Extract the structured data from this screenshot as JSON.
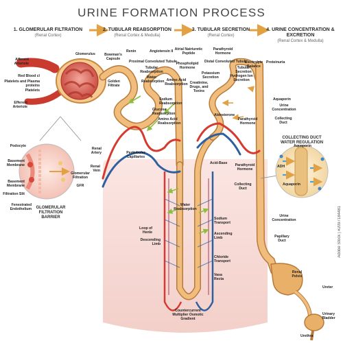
{
  "title": "URINE FORMATION PROCESS",
  "steps": [
    {
      "title": "1. GLOMERULAR FILTRATION",
      "sub": "(Renal Cortex)"
    },
    {
      "title": "2. TUBULAR REABSORPTION",
      "sub": "(Renal Cortex & Medulla)"
    },
    {
      "title": "3. TUBULAR SECRETION",
      "sub": "(Renal Cortex)"
    },
    {
      "title": "4. URINE CONCENTRATION & EXCRETION",
      "sub": "(Renal Cortex & Medulla)"
    }
  ],
  "labels": {
    "afferent": "Afferent Arteriole",
    "glomerulus": "Glomerulus",
    "bowman": "Bowman's Capsule",
    "rbc": "Red Blood cl",
    "platelets_plasma": "Platelets and Plasma proteins",
    "platelets": "Platelets",
    "efferent": "Efferent Arteriole",
    "renin": "Renin",
    "angiotensin": "Angiotensin II",
    "anp": "Atrial Natriuretic Peptide",
    "pth_top": "Parathyroid Hormone",
    "electrolyte": "Electrolyte Balance",
    "proteinuria": "Proteinuria",
    "pct": "Proximal Convoluted Tubule",
    "golden": "Golden Filtrate",
    "tubular_reabs": "Tubular Reabsorption",
    "water_reabs": "Water Reabsorption",
    "amino": "Amino Acid Reabsorption",
    "phospholipid": "Phospholipid Hormone",
    "dct": "Distal Convoluted Tubule",
    "tubular_sec": "Tubular Secretion",
    "potassium": "Potassium Secretion",
    "hydrogen": "Hydrogen Ion Secretion",
    "creatinine": "Creatinine, Drugs, and Toxins",
    "sodium_reabs": "Sodium Reabsorption",
    "glucose": "Glucose Reabsorption",
    "amino_reabs": "Amino Acid Reabsorption",
    "aldosterone": "Aldosterone",
    "pth_mid": "Parathyroid Hormone",
    "aquaporin": "Aquaporin",
    "urine_conc": "Urine Concentration",
    "collecting": "Collecting Duct",
    "podocyte": "Podocyte",
    "basement1": "Basement Membrane",
    "basement2": "Basement Membrane",
    "filtration_slit": "Filtration Slit",
    "fenestrated": "Fenestrated Endothelium",
    "glom_filtrate": "Glomerular Filtration",
    "gfr": "GFR",
    "barrier": "GLOMERULAR FILTRATION BARRIER",
    "renal_artery": "Renal Artery",
    "renal_vein": "Renal Vein",
    "peritubular": "Peritubular Capillaries",
    "acid_base": "Acid-Base",
    "pth_low": "Parathyroid Hormone",
    "collecting2": "Collecting Duct",
    "cd_title": "COLLECTING DUCT WATER REGULATION",
    "aquaporin_top": "Aquaporin",
    "adh": "ADH",
    "aquaporin_mid": "Aquaporin",
    "loop": "Loop of Henle",
    "descending": "Descending Limb",
    "water_reabs2": "Water Reabsorption",
    "sodium_transport": "Sodium Transport",
    "ascending": "Ascending Limb",
    "chloride": "Chloride Transport",
    "vasa": "Vasa Recta",
    "countercurrent": "Countercurrent Multiplier Osmotic Gradient",
    "urine_conc2": "Urine Concentration",
    "papillary": "Papillary Duct",
    "renal_pelvis": "Renal Pelvis",
    "ureter": "Ureter",
    "bladder": "Urinary Bladder",
    "urethra": "Urethra"
  },
  "watermark": "Adobe Stock | #2097184481",
  "colors": {
    "artery": "#d43a2f",
    "vein": "#2e5f9e",
    "tubule": "#e9b06a",
    "tubule_edge": "#b87a3a",
    "medulla": "#f6d6d2",
    "arrow": "#e2a244",
    "reabsorb_arrow": "#8cbf3f"
  }
}
